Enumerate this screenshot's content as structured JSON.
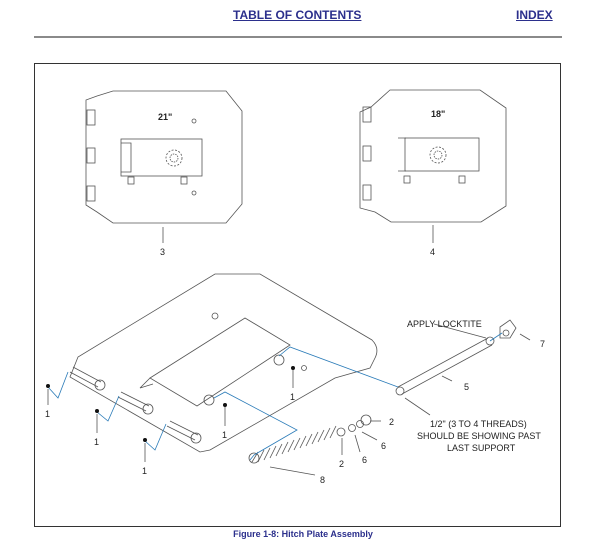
{
  "header": {
    "toc_link": "TABLE OF CONTENTS",
    "index_link": "INDEX"
  },
  "figure": {
    "caption": "Figure 1-8:  Hitch Plate Assembly",
    "plate_21": {
      "size_label": "21\"",
      "callout": "3"
    },
    "plate_18": {
      "size_label": "18\"",
      "callout": "4"
    },
    "notes": {
      "locktite": "APPLY LOCKTITE",
      "threads_line1": "1/2\" (3 TO 4 THREADS)",
      "threads_line2": "SHOULD BE SHOWING PAST",
      "threads_line3": "LAST SUPPORT"
    },
    "callouts": {
      "pin_a": "1",
      "pin_b": "1",
      "pin_c": "1",
      "pin_d": "1",
      "pin_e": "1",
      "washer_top": "2",
      "washer_bottom": "2",
      "rod": "5",
      "clip_a": "6",
      "clip_b": "6",
      "nut": "7",
      "spring": "8"
    }
  },
  "colors": {
    "link": "#2b2f8c",
    "leader_blue": "#2a7bb8",
    "line": "#555555"
  }
}
